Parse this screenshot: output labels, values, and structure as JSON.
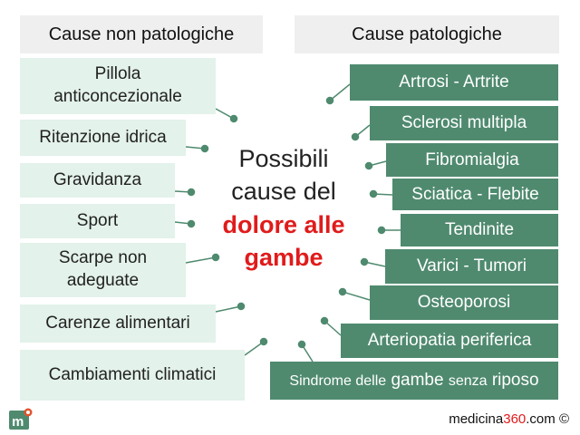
{
  "headers": {
    "left": "Cause non patologiche",
    "right": "Cause patologiche"
  },
  "center": {
    "line1": "Possibili",
    "line2": "cause del",
    "line3": "dolore alle",
    "line4": "gambe"
  },
  "left_causes": [
    {
      "line1": "Pillola",
      "line2": "anticoncezionale"
    },
    {
      "text": "Ritenzione idrica"
    },
    {
      "text": "Gravidanza"
    },
    {
      "text": "Sport"
    },
    {
      "line1": "Scarpe non",
      "line2": "adeguate"
    },
    {
      "text": "Carenze alimentari"
    },
    {
      "text": "Cambiamenti climatici"
    }
  ],
  "right_causes": [
    {
      "text": "Artrosi - Artrite"
    },
    {
      "text": "Sclerosi multipla"
    },
    {
      "text": "Fibromialgia"
    },
    {
      "text": "Sciatica - Flebite"
    },
    {
      "text": "Tendinite"
    },
    {
      "text": "Varici - Tumori"
    },
    {
      "text": "Osteoporosi"
    },
    {
      "text": "Arteriopatia periferica"
    },
    {
      "part1": "Sindrome delle",
      "part2": "gambe",
      "part3": "senza",
      "part4": "riposo"
    }
  ],
  "footer": {
    "brand_prefix": "medicina",
    "brand_number": "360",
    "brand_suffix": ".com ©"
  },
  "colors": {
    "left_box_fill": "#e3f2ea",
    "right_box_fill": "#4f8a6f",
    "connector": "#4f8a6f",
    "header_fill": "#efefef",
    "highlight_text": "#e01b1b"
  },
  "logo_icon": "medicina360-logo-icon"
}
